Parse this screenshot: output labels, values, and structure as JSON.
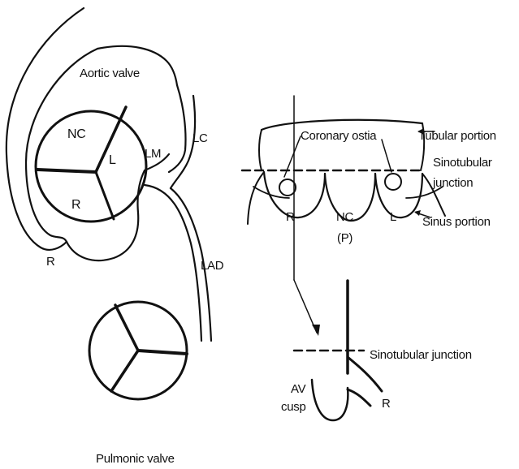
{
  "left_figure": {
    "aortic_valve_label": "Aortic valve",
    "cusp_nc": "NC",
    "cusp_l": "L",
    "cusp_r": "R",
    "lm_label": "LM",
    "lc_label": "LC",
    "lad_label": "LAD",
    "rca_label": "R",
    "pulmonic_valve_label": "Pulmonic valve"
  },
  "right_figure": {
    "coronary_ostia_label": "Coronary ostia",
    "tubular_portion_label": "Tubular portion",
    "sinotubular_junction_line1": "Sinotubular",
    "sinotubular_junction_line2": "junction",
    "sinus_portion_label": "Sinus portion",
    "cusp_r": "R",
    "cusp_nc": "NC",
    "cusp_p": "(P)",
    "cusp_l": "L"
  },
  "detail_figure": {
    "sinotubular_junction_label": "Sinotubular junction",
    "av_cusp_line1": "AV",
    "av_cusp_line2": "cusp",
    "rca_label": "R"
  },
  "colors": {
    "ink": "#111111",
    "background": "#ffffff"
  }
}
